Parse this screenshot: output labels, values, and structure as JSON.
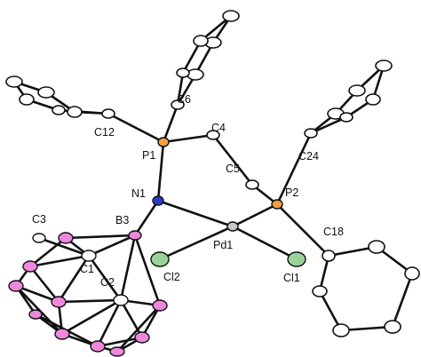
{
  "atom_labels": {
    "C6": "C6",
    "C12": "C12",
    "C4": "C4",
    "P1": "P1",
    "C5": "C5",
    "C24": "C24",
    "N1": "N1",
    "P2": "P2",
    "C3": "C3",
    "B3": "B3",
    "C18": "C18",
    "C1": "C1",
    "Pd1": "Pd1",
    "C2": "C2",
    "Cl2": "Cl2",
    "Cl1": "Cl1"
  },
  "colors": {
    "bond": "#111111",
    "carbon": "#ffffff",
    "boron": "#ee88dd",
    "phosphorus": "#f4a040",
    "nitrogen": "#2c3cc8",
    "palladium": "#c8c8c8",
    "chlorine": "#9ad39a"
  }
}
